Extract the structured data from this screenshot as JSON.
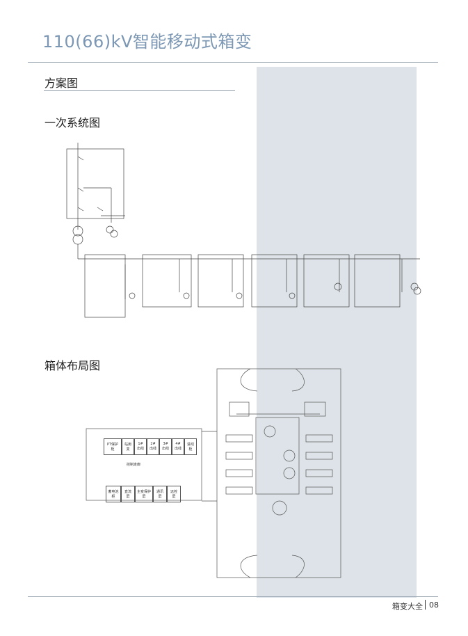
{
  "header": {
    "title": "110(66)kV智能移动式箱变"
  },
  "sections": {
    "scheme_title": "方案图",
    "primary_system_title": "一次系统图",
    "layout_title": "箱体布局图"
  },
  "layout_rooms": {
    "top_row": [
      "PT保护柜",
      "站用变",
      "1#出线",
      "2#出线",
      "3#出线",
      "4#出线",
      "进线柜"
    ],
    "center_label": "控制走廊",
    "bottom_row": [
      "蓄电池柜",
      "直流屏",
      "主变保护屏",
      "通讯屏",
      "远控屏"
    ]
  },
  "footer": {
    "label": "箱变大全",
    "page": "08"
  }
}
